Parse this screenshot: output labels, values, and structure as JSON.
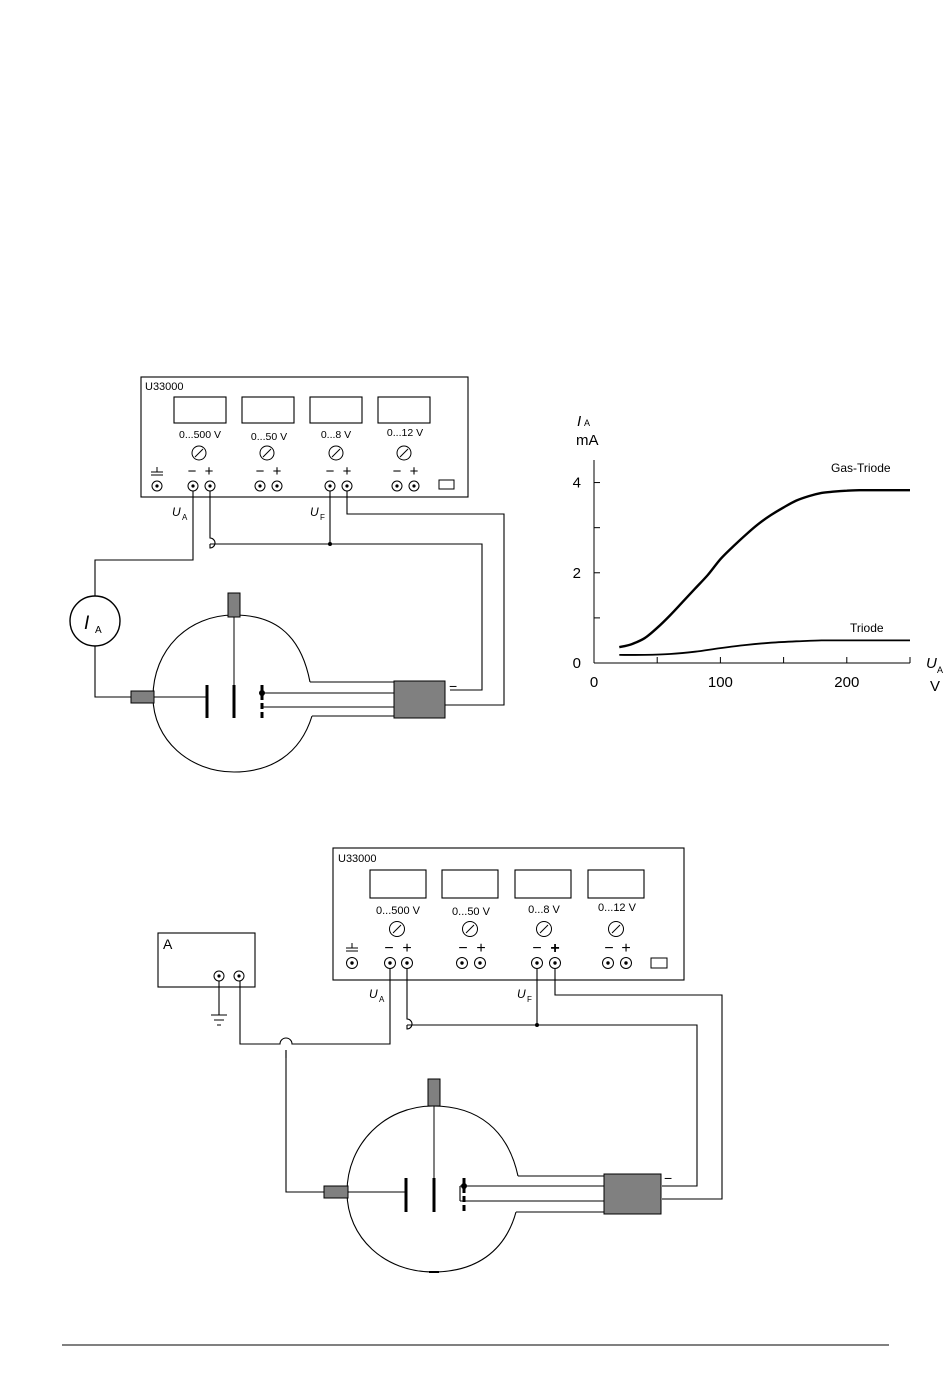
{
  "supply": {
    "model": "U33000",
    "ranges": [
      "0...500 V",
      "0...50 V",
      "0...8 V",
      "0...12 V"
    ],
    "minus": "−",
    "plus": "+"
  },
  "labels": {
    "ua_main": "U",
    "ua_sub": "A",
    "uf_main": "U",
    "uf_sub": "F",
    "ia_main": "I",
    "ia_sub": "A",
    "electrometer": "A",
    "tube_minus": "−"
  },
  "chart_data": {
    "type": "line",
    "y_axis_label": "I",
    "y_axis_label_sub": "A",
    "y_unit": "mA",
    "x_axis_label": "U",
    "x_axis_label_sub": "A",
    "x_unit": "V",
    "xlim": [
      0,
      250
    ],
    "ylim": [
      0,
      4.5
    ],
    "x_ticks": [
      0,
      100,
      200
    ],
    "x_tick_labels": [
      "0",
      "100",
      "200"
    ],
    "y_ticks": [
      0,
      2,
      4
    ],
    "y_tick_labels": [
      "0",
      "2",
      "4"
    ],
    "series": [
      {
        "name": "Gas-Triode",
        "x": [
          20,
          30,
          40,
          50,
          60,
          70,
          80,
          90,
          100,
          110,
          120,
          130,
          140,
          150,
          160,
          170,
          180,
          190,
          200,
          210,
          220,
          230,
          250
        ],
        "y": [
          0.35,
          0.42,
          0.55,
          0.78,
          1.05,
          1.35,
          1.65,
          1.95,
          2.3,
          2.58,
          2.84,
          3.08,
          3.28,
          3.45,
          3.6,
          3.7,
          3.77,
          3.8,
          3.82,
          3.83,
          3.83,
          3.83,
          3.83
        ]
      },
      {
        "name": "Triode",
        "x": [
          20,
          40,
          60,
          80,
          100,
          120,
          140,
          160,
          180,
          200,
          220,
          250
        ],
        "y": [
          0.18,
          0.18,
          0.2,
          0.25,
          0.33,
          0.4,
          0.45,
          0.48,
          0.5,
          0.5,
          0.5,
          0.5
        ]
      }
    ]
  }
}
